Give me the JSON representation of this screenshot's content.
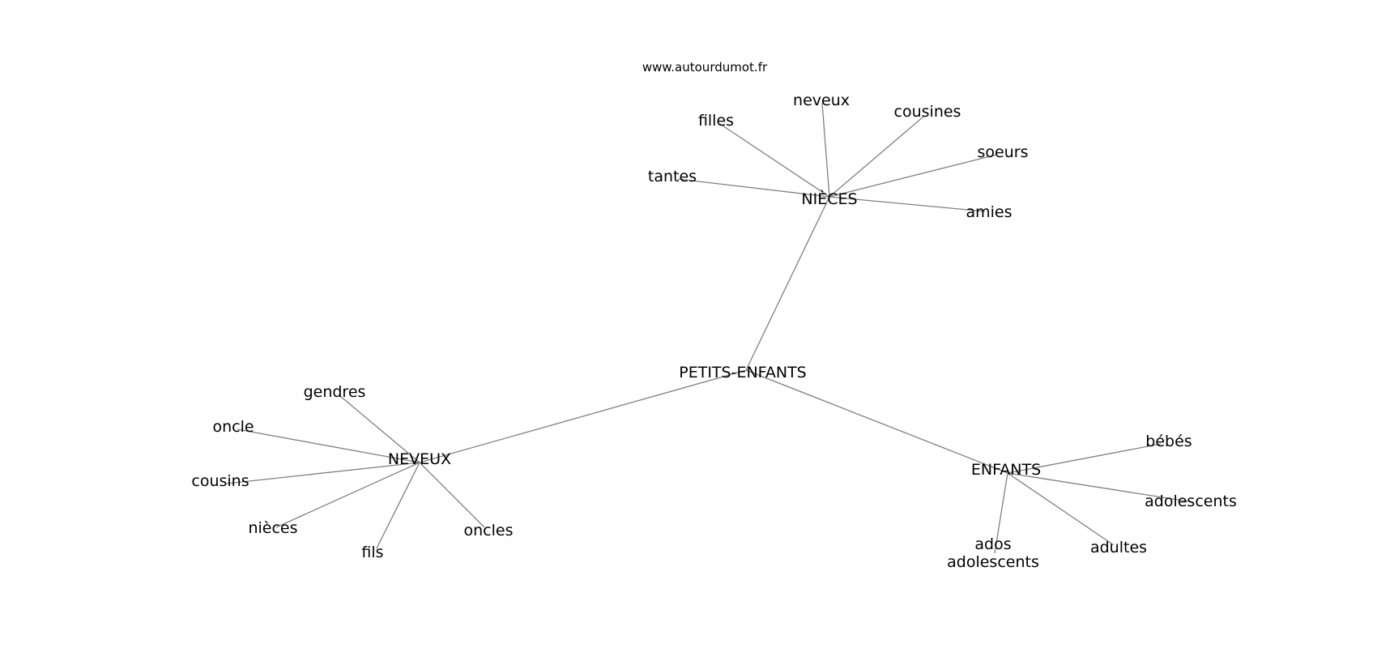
{
  "site": "www.autourdumot.fr",
  "nodes": [
    {
      "id": "petits-enfants",
      "label": "PETITS-ENFANTS"
    },
    {
      "id": "nieces",
      "label": "NIÈCES"
    },
    {
      "id": "neveux",
      "label": "NEVEUX"
    },
    {
      "id": "enfants",
      "label": "ENFANTS"
    },
    {
      "id": "filles",
      "label": "filles"
    },
    {
      "id": "neveux-l",
      "label": "neveux"
    },
    {
      "id": "cousines",
      "label": "cousines"
    },
    {
      "id": "soeurs",
      "label": "soeurs"
    },
    {
      "id": "tantes",
      "label": "tantes"
    },
    {
      "id": "amies",
      "label": "amies"
    },
    {
      "id": "gendres",
      "label": "gendres"
    },
    {
      "id": "oncle",
      "label": "oncle"
    },
    {
      "id": "cousins",
      "label": "cousins"
    },
    {
      "id": "nieces-l",
      "label": "nièces"
    },
    {
      "id": "fils",
      "label": "fils"
    },
    {
      "id": "oncles",
      "label": "oncles"
    },
    {
      "id": "bebes",
      "label": "bébés"
    },
    {
      "id": "adolescents",
      "label": "adolescents"
    },
    {
      "id": "ados-adolescents",
      "label": "ados",
      "label2": "adolescents"
    },
    {
      "id": "adultes",
      "label": "adultes"
    }
  ],
  "edges": [
    [
      "petits-enfants",
      "nieces"
    ],
    [
      "petits-enfants",
      "neveux"
    ],
    [
      "petits-enfants",
      "enfants"
    ],
    [
      "nieces",
      "filles"
    ],
    [
      "nieces",
      "neveux-l"
    ],
    [
      "nieces",
      "cousines"
    ],
    [
      "nieces",
      "soeurs"
    ],
    [
      "nieces",
      "tantes"
    ],
    [
      "nieces",
      "amies"
    ],
    [
      "neveux",
      "gendres"
    ],
    [
      "neveux",
      "oncle"
    ],
    [
      "neveux",
      "cousins"
    ],
    [
      "neveux",
      "nieces-l"
    ],
    [
      "neveux",
      "fils"
    ],
    [
      "neveux",
      "oncles"
    ],
    [
      "enfants",
      "bebes"
    ],
    [
      "enfants",
      "adolescents"
    ],
    [
      "enfants",
      "ados-adolescents"
    ],
    [
      "enfants",
      "adultes"
    ]
  ]
}
